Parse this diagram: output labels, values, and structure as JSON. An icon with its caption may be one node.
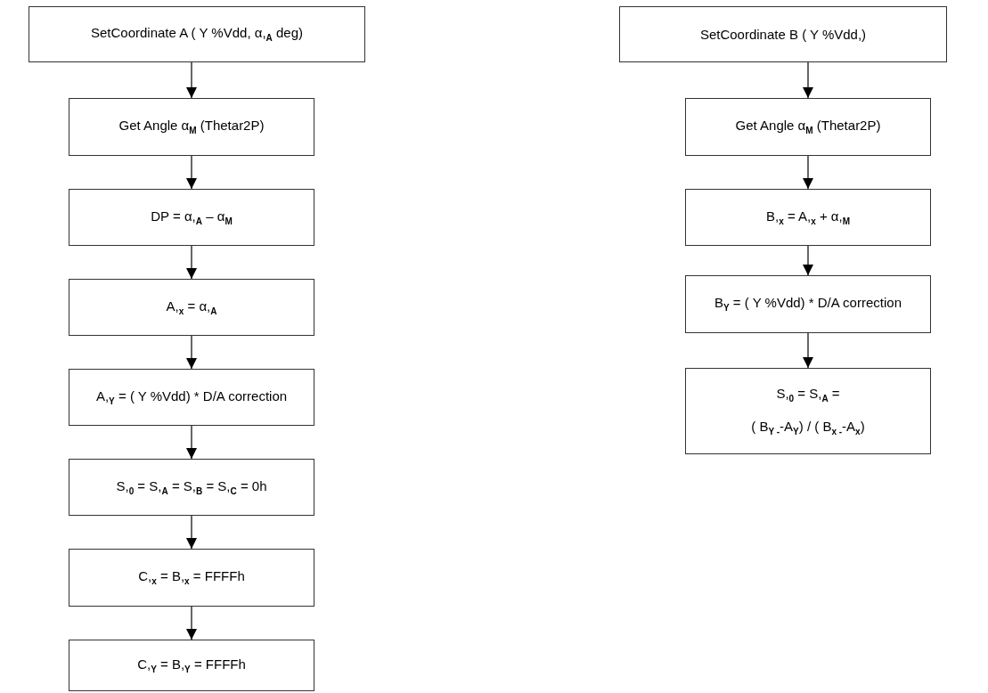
{
  "diagram": {
    "nodes": [
      {
        "text": [
          "SetCoordinate A ( Y %Vdd, α,$_{A}$ deg)"
        ]
      },
      {
        "text": [
          "Get Angle  α$_{M}$ (Thetar2P)"
        ]
      },
      {
        "text": [
          "DP = α,$_{A}$ – α$_{M}$"
        ]
      },
      {
        "text": [
          "A,$_{x}$ = α,$_{A}$"
        ]
      },
      {
        "text": [
          "A,$_{Y}$ = ( Y %Vdd) * D/A correction"
        ]
      },
      {
        "text": [
          "S,$_{0}$ = S,$_{A}$ = S,$_{B}$ = S,$_{C}$ = 0h"
        ]
      },
      {
        "text": [
          "C,$_{x}$ = B,$_{x}$ = FFFFh"
        ]
      },
      {
        "text": [
          "C,$_{Y}$ = B,$_{Y}$ = FFFFh"
        ]
      },
      {
        "text": [
          "SetCoordinate B ( Y %Vdd,)"
        ]
      },
      {
        "text": [
          "Get Angle  α$_{M}$ (Thetar2P)"
        ]
      },
      {
        "text": [
          "B,$_{x}$ = A,$_{x}$ + α,$_{M}$"
        ]
      },
      {
        "text": [
          "B$_{Y}$ = ( Y %Vdd) * D/A correction"
        ]
      },
      {
        "text": [
          "S,$_{0}$ = S,$_{A}$ =",
          "( B$_{Y -}$-A$_{Y}$) / ( B$_{x -}$-A$_{x}$)"
        ]
      }
    ],
    "edges": [
      {
        "from": 0,
        "to": 1,
        "arrow": "to"
      },
      {
        "from": 1,
        "to": 2,
        "arrow": "to"
      },
      {
        "from": 2,
        "to": 3,
        "arrow": "to"
      },
      {
        "from": 3,
        "to": 4,
        "arrow": "to"
      },
      {
        "from": 4,
        "to": 5,
        "arrow": "to"
      },
      {
        "from": 5,
        "to": 6,
        "arrow": "to"
      },
      {
        "from": 6,
        "to": 7,
        "arrow": "to"
      },
      {
        "from": 8,
        "to": 9,
        "arrow": "to"
      },
      {
        "from": 9,
        "to": 10,
        "arrow": "to"
      },
      {
        "from": 10,
        "to": 11,
        "arrow": "to"
      },
      {
        "from": 11,
        "to": 12,
        "arrow": "to"
      }
    ]
  }
}
